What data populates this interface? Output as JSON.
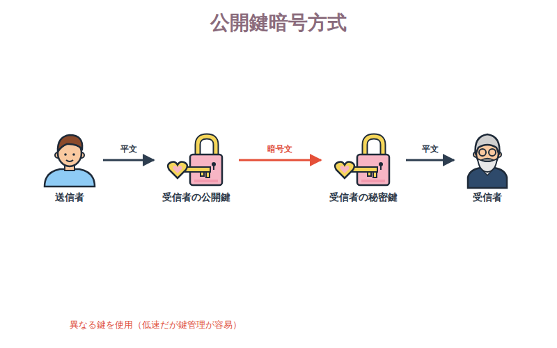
{
  "diagram": {
    "title": "公開鍵暗号方式",
    "nodes": [
      {
        "text": [
          "送信者"
        ]
      },
      {
        "text": [
          "受信者の公開鍵"
        ]
      },
      {
        "text": [
          "受信者の秘密鍵"
        ]
      },
      {
        "text": [
          "受信者"
        ]
      }
    ],
    "edges": [
      {
        "from": 0,
        "to": 1,
        "label": "平文",
        "arrow": "to"
      },
      {
        "from": 1,
        "to": 2,
        "label": "暗号文",
        "arrow": "to"
      },
      {
        "from": 2,
        "to": 3,
        "label": "平文",
        "arrow": "to"
      }
    ],
    "labels": [
      "異なる鍵を使用（低速だが鍵管理が容易）"
    ]
  }
}
